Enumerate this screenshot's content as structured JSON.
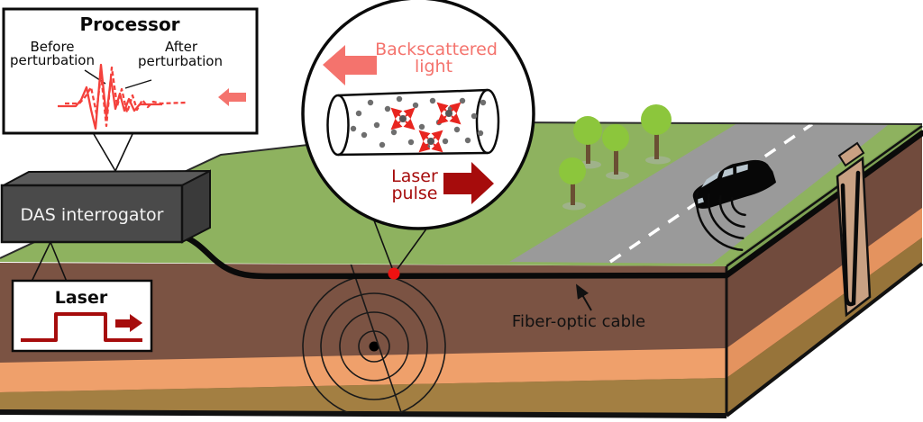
{
  "processor": {
    "title": "Processor",
    "before_label": [
      "Before",
      "perturbation"
    ],
    "after_label": [
      "After",
      "perturbation"
    ]
  },
  "das_interrogator": {
    "label": "DAS interrogator"
  },
  "laser_box": {
    "title": "Laser"
  },
  "inset": {
    "backscattered_label": [
      "Backscattered",
      "light"
    ],
    "laser_pulse_label": [
      "Laser",
      "pulse"
    ]
  },
  "ground": {
    "fiber_cable_label": "Fiber-optic cable"
  },
  "colors": {
    "grass": "#8eb25f",
    "grass_edge": "#7da153",
    "road": "#9a9a9a",
    "soil_brown": "#7b5343",
    "soil_orange": "#efa06b",
    "soil_tan": "#a37f42",
    "salmon_accent": "#f4736d",
    "bright_red": "#f4413c",
    "dark_red": "#a60c0c",
    "scatter_red": "#e8251f",
    "interrogator_gray": "#4a4a4a",
    "tree_green": "#8cc63c",
    "window_gray": "#b9c6ce",
    "borehole_tan": "#c9a183"
  }
}
